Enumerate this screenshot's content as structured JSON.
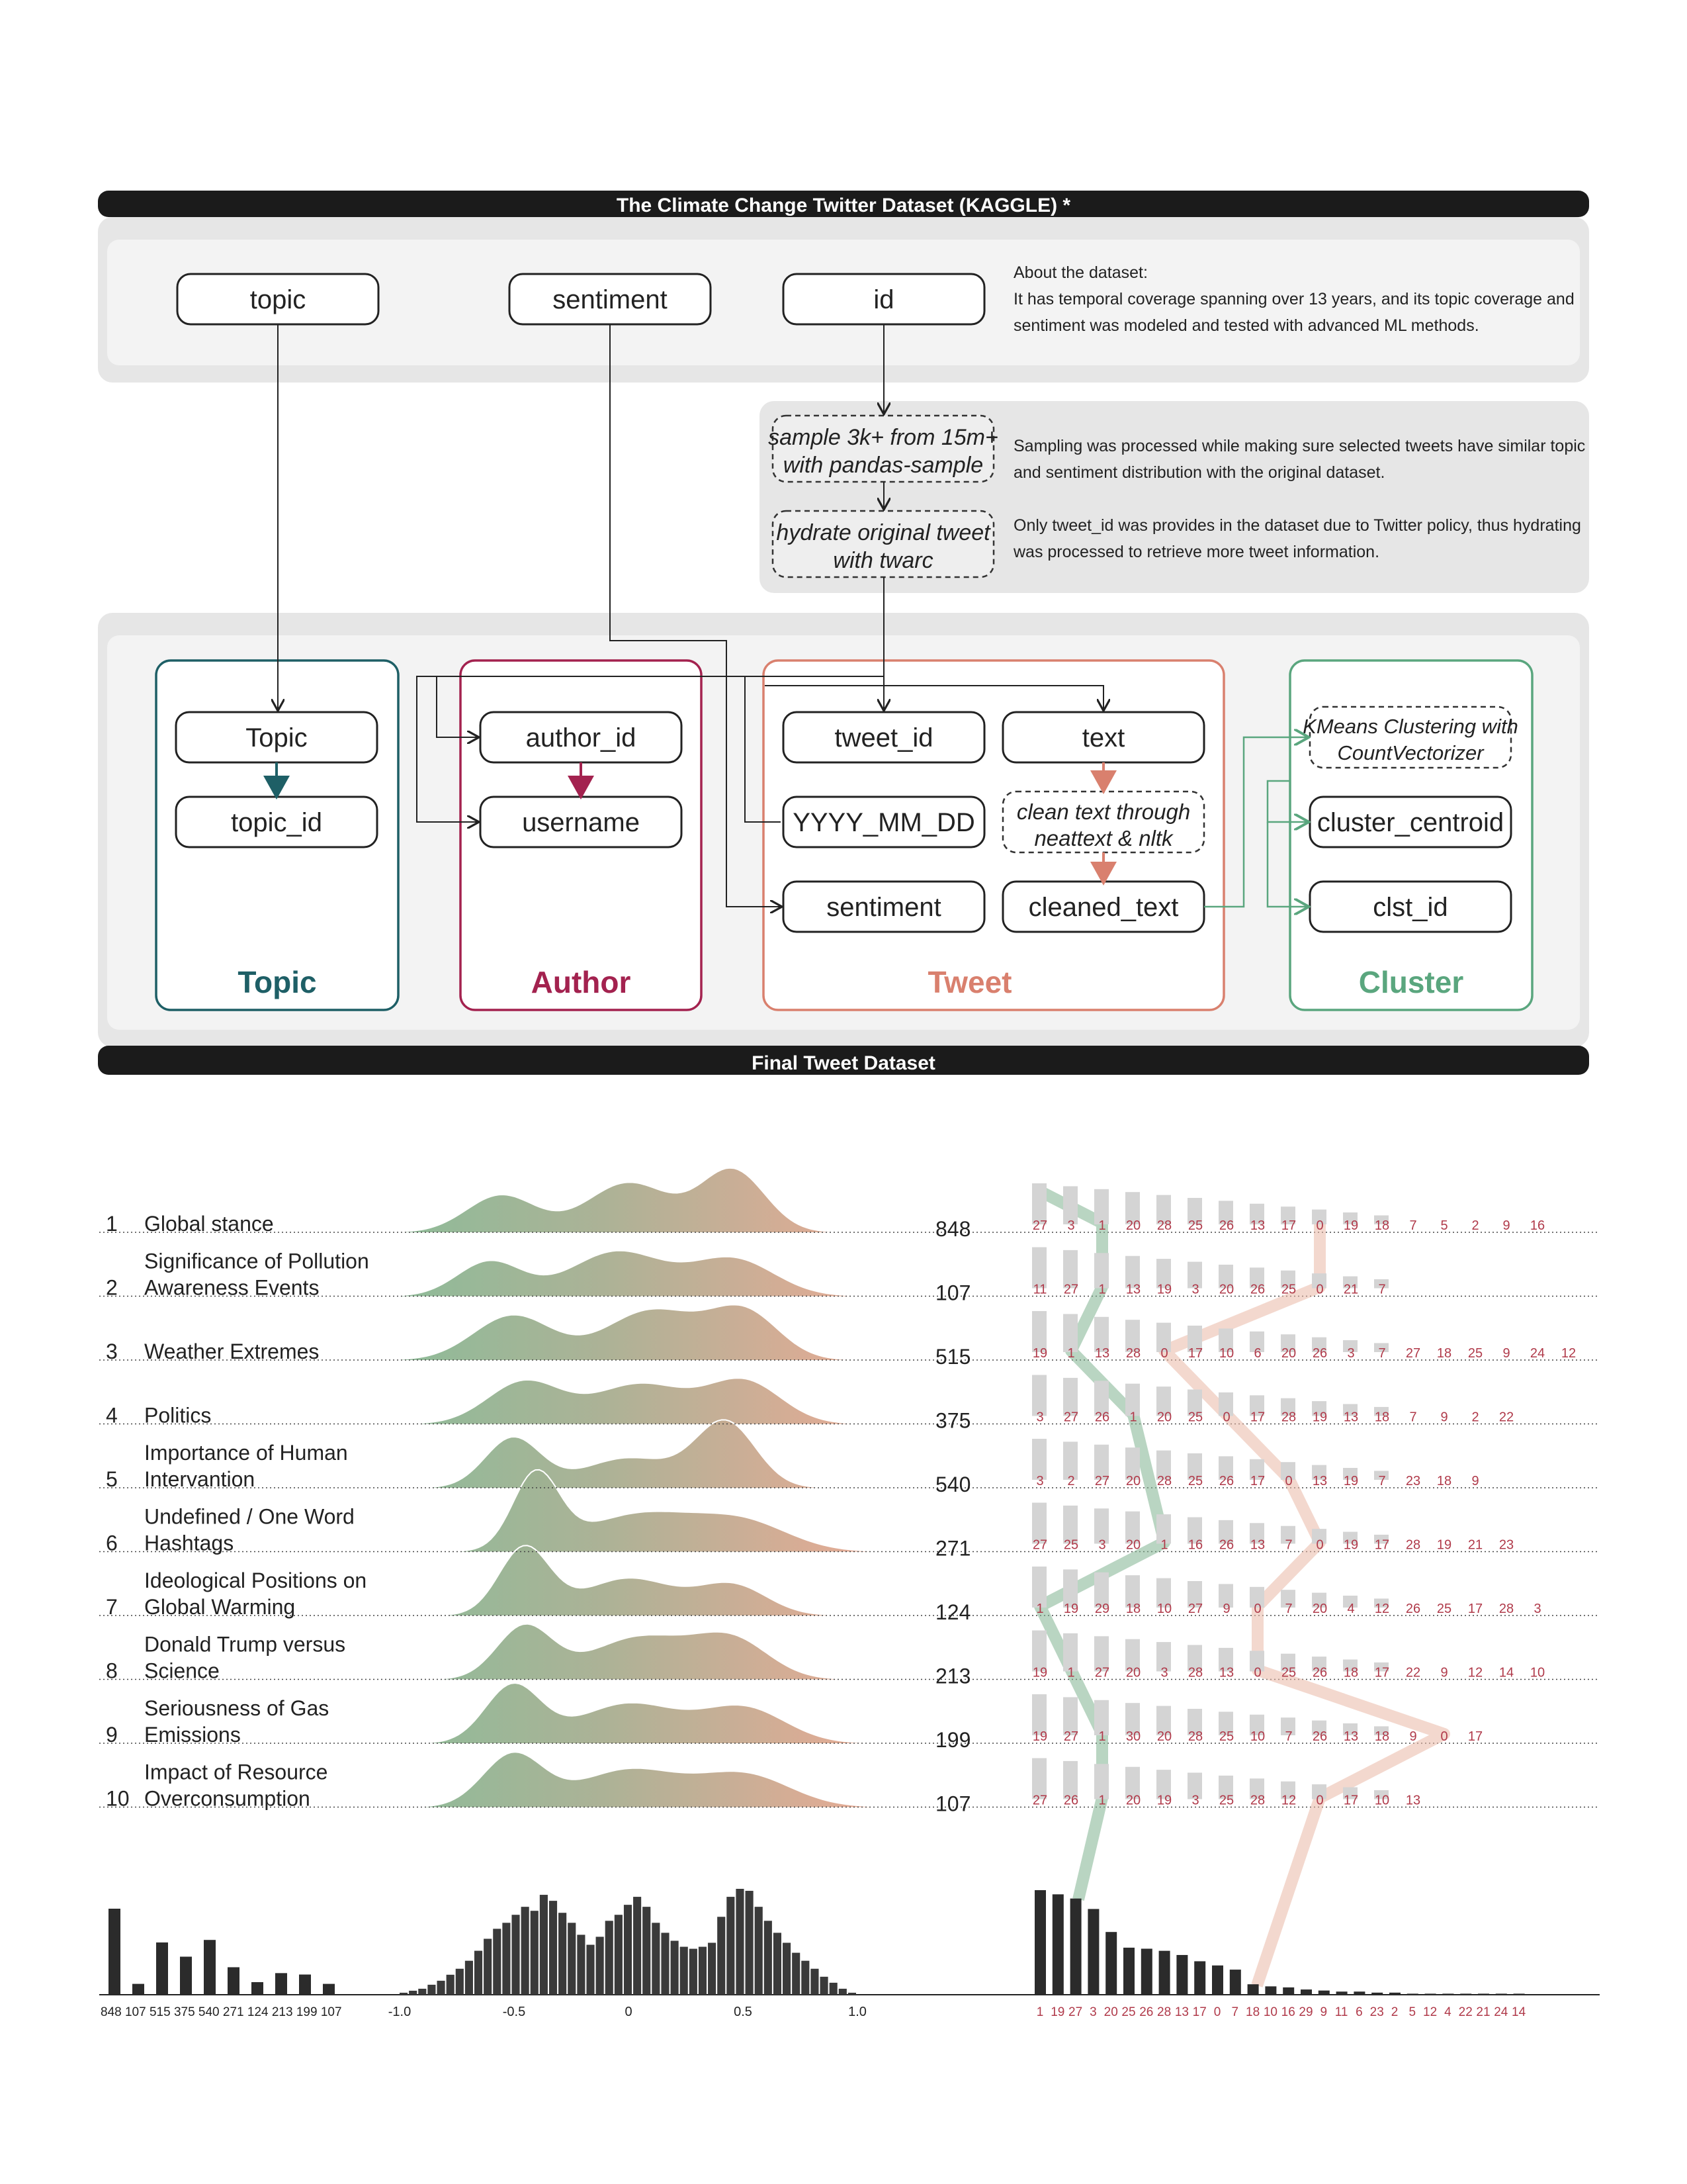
{
  "colors": {
    "topic": "#1e5f66",
    "author": "#a3224f",
    "tweet": "#d9806e",
    "cluster": "#5aa67e",
    "green": "#7fb28f",
    "salmon": "#e0a08c",
    "dark": "#222222",
    "panel": "#efefef",
    "text_red": "#b03a4a"
  },
  "top_banner": "The Climate Change Twitter Dataset (KAGGLE) *",
  "bottom_banner": "Final Tweet Dataset",
  "source_fields": [
    "topic",
    "sentiment",
    "id"
  ],
  "about": {
    "line1": "About the dataset:",
    "line2": "It has temporal coverage spanning over 13 years, and its topic coverage and",
    "line3": "sentiment was modeled and tested with advanced ML methods."
  },
  "steps": {
    "sample": [
      "sample 3k+ from 15m+",
      "with pandas-sample"
    ],
    "hydrate": [
      "hydrate original tweet",
      "with twarc"
    ]
  },
  "notes": {
    "sampling1": "Sampling was processed while making sure selected tweets have similar topic",
    "sampling2": "and sentiment distribution with the original dataset.",
    "hydrate1": "Only tweet_id was provides in the dataset due to Twitter policy, thus hydrating",
    "hydrate2": "was processed to retrieve more tweet information."
  },
  "tables": {
    "topic": {
      "title": "Topic",
      "fields": [
        "Topic",
        "topic_id"
      ]
    },
    "author": {
      "title": "Author",
      "fields": [
        "author_id",
        "username"
      ]
    },
    "tweet": {
      "title": "Tweet",
      "fields": [
        "tweet_id",
        "text",
        "YYYY_MM_DD",
        "clean text through",
        "neattext & nltk",
        "sentiment",
        "cleaned_text"
      ]
    },
    "cluster": {
      "title": "Cluster",
      "fields": [
        "KMeans Clustering with",
        "CountVectorizer",
        "cluster_centroid",
        "clst_id"
      ]
    }
  },
  "chart_data": {
    "type": "ridgeline",
    "topics": [
      {
        "rank": "1",
        "name": [
          "Global stance"
        ],
        "count": 848,
        "clusters": [
          "27",
          "3",
          "1",
          "20",
          "28",
          "25",
          "26",
          "13",
          "17",
          "0",
          "19",
          "18",
          "7",
          "5",
          "2",
          "9",
          "16"
        ]
      },
      {
        "rank": "2",
        "name": [
          "Significance of Pollution",
          "Awareness Events"
        ],
        "count": 107,
        "clusters": [
          "11",
          "27",
          "1",
          "13",
          "19",
          "3",
          "20",
          "26",
          "25",
          "0",
          "21",
          "7"
        ]
      },
      {
        "rank": "3",
        "name": [
          "Weather Extremes"
        ],
        "count": 515,
        "clusters": [
          "19",
          "1",
          "13",
          "28",
          "0",
          "17",
          "10",
          "6",
          "20",
          "26",
          "3",
          "7",
          "27",
          "18",
          "25",
          "9",
          "24",
          "12"
        ]
      },
      {
        "rank": "4",
        "name": [
          "Politics"
        ],
        "count": 375,
        "clusters": [
          "3",
          "27",
          "26",
          "1",
          "20",
          "25",
          "0",
          "17",
          "28",
          "19",
          "13",
          "18",
          "7",
          "9",
          "2",
          "22"
        ]
      },
      {
        "rank": "5",
        "name": [
          "Importance of Human",
          "Intervantion"
        ],
        "count": 540,
        "clusters": [
          "3",
          "2",
          "27",
          "20",
          "28",
          "25",
          "26",
          "17",
          "0",
          "13",
          "19",
          "7",
          "23",
          "18",
          "9"
        ]
      },
      {
        "rank": "6",
        "name": [
          "Undefined / One Word",
          "Hashtags"
        ],
        "count": 271,
        "clusters": [
          "27",
          "25",
          "3",
          "20",
          "1",
          "16",
          "26",
          "13",
          "7",
          "0",
          "19",
          "17",
          "28",
          "19",
          "21",
          "23"
        ]
      },
      {
        "rank": "7",
        "name": [
          "Ideological Positions on",
          "Global Warming"
        ],
        "count": 124,
        "clusters": [
          "1",
          "19",
          "29",
          "18",
          "10",
          "27",
          "9",
          "0",
          "7",
          "20",
          "4",
          "12",
          "26",
          "25",
          "17",
          "28",
          "3"
        ]
      },
      {
        "rank": "8",
        "name": [
          "Donald Trump versus",
          "Science"
        ],
        "count": 213,
        "clusters": [
          "19",
          "1",
          "27",
          "20",
          "3",
          "28",
          "13",
          "0",
          "25",
          "26",
          "18",
          "17",
          "22",
          "9",
          "12",
          "14",
          "10"
        ]
      },
      {
        "rank": "9",
        "name": [
          "Seriousness of Gas",
          "Emissions"
        ],
        "count": 199,
        "clusters": [
          "19",
          "27",
          "1",
          "30",
          "20",
          "28",
          "25",
          "10",
          "7",
          "26",
          "13",
          "18",
          "9",
          "0",
          "17"
        ]
      },
      {
        "rank": "10",
        "name": [
          "Impact of Resource",
          "Overconsumption"
        ],
        "count": 107,
        "clusters": [
          "27",
          "26",
          "1",
          "20",
          "19",
          "3",
          "25",
          "28",
          "12",
          "0",
          "17",
          "10",
          "13"
        ]
      }
    ],
    "count_hist": {
      "values": [
        848,
        107,
        515,
        375,
        540,
        271,
        124,
        213,
        199,
        107
      ],
      "labels": [
        "848",
        "107",
        "515",
        "375",
        "540",
        "271",
        "124",
        "213",
        "199",
        "107"
      ]
    },
    "sentiment_hist": {
      "xticks": [
        "-1.0",
        "-0.5",
        "0",
        "0.5",
        "1.0"
      ],
      "xrange": [
        -1.0,
        1.0
      ],
      "values": [
        1,
        2,
        3,
        5,
        7,
        10,
        13,
        17,
        22,
        28,
        33,
        36,
        40,
        44,
        42,
        50,
        47,
        41,
        36,
        30,
        25,
        29,
        37,
        40,
        45,
        49,
        44,
        36,
        31,
        27,
        24,
        23,
        24,
        26,
        39,
        49,
        53,
        52,
        44,
        37,
        31,
        26,
        21,
        17,
        13,
        9,
        6,
        3,
        1
      ]
    },
    "cluster_hist": {
      "labels": [
        "1",
        "19",
        "27",
        "3",
        "20",
        "25",
        "26",
        "28",
        "13",
        "17",
        "0",
        "7",
        "18",
        "10",
        "16",
        "29",
        "9",
        "11",
        "6",
        "23",
        "2",
        "5",
        "12",
        "4",
        "22",
        "21",
        "24",
        "14"
      ],
      "values": [
        100,
        96,
        92,
        82,
        60,
        45,
        44,
        42,
        38,
        32,
        28,
        24,
        10,
        8,
        7,
        5,
        4,
        3,
        3,
        2,
        2,
        1,
        1,
        1,
        1,
        1,
        1,
        1
      ]
    }
  }
}
